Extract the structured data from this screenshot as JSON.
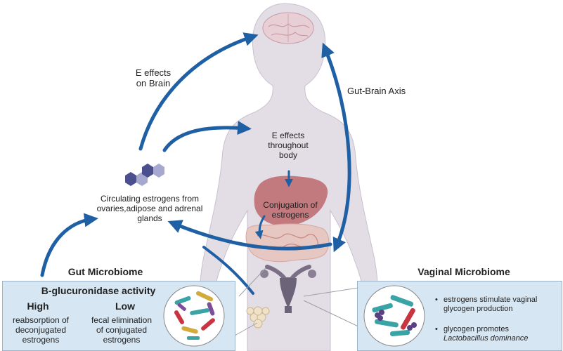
{
  "labels": {
    "e_effects_brain": [
      "E effects",
      "on Brain"
    ],
    "gut_brain_axis": "Gut-Brain Axis",
    "e_effects_body": [
      "E effects",
      "throughout",
      "body"
    ],
    "conjugation": [
      "Conjugation of",
      "estrogens"
    ],
    "circulating": [
      "Circulating estrogens from",
      "ovaries,adipose and adrenal",
      "glands"
    ]
  },
  "gut": {
    "title": "Gut Microbiome",
    "activity": "B-glucuronidase activity",
    "high_label": "High",
    "low_label": "Low",
    "high_desc": [
      "reabsorption of",
      "deconjugated",
      "estrogens"
    ],
    "low_desc": [
      "fecal elimination",
      "of conjugated",
      "estrogens"
    ]
  },
  "vaginal": {
    "title": "Vaginal Microbiome",
    "bullet1": [
      "estrogens stimulate vaginal",
      "glycogen production"
    ],
    "bullet2": [
      "glycogen promotes",
      "Lactobacillus dominance"
    ],
    "bullet_char": "•"
  },
  "colors": {
    "arrow": "#1f5fa3",
    "body": "#e3dde6",
    "box": "#d6e6f3",
    "hexagon_dark": "#4c4f8e",
    "hexagon_light": "#a6a8d0"
  },
  "icons": [
    "brain-icon",
    "hexagon-molecule-icon",
    "liver-icon",
    "intestine-icon",
    "uterus-icon",
    "bacteria-icon"
  ]
}
